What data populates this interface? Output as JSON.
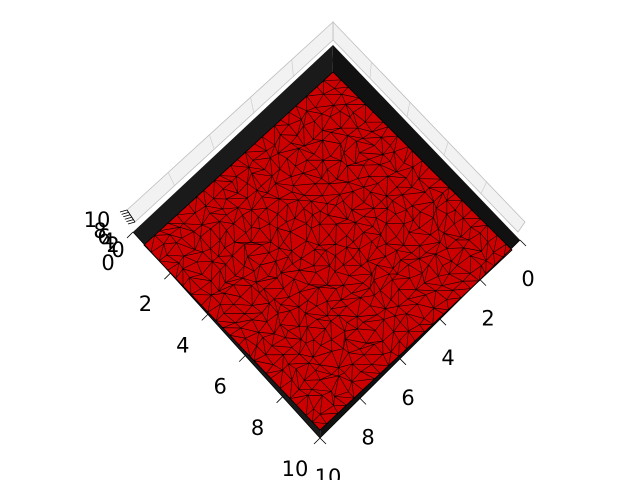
{
  "figure": {
    "type": "3d-triangulated-surface",
    "face_color": "#cc0000",
    "edge_color": "#000000",
    "pane_color": "#f2f2f2",
    "grid_color": "#c8c8c8",
    "axes": {
      "x": {
        "range": [
          0,
          10
        ],
        "ticks": [
          "0",
          "2",
          "4",
          "6",
          "8",
          "10"
        ]
      },
      "y": {
        "range": [
          0,
          10
        ],
        "ticks": [
          "0",
          "2",
          "4",
          "6",
          "8",
          "10"
        ]
      },
      "z": {
        "ticks": [
          "0",
          "2",
          "4",
          "6",
          "8",
          "10"
        ]
      }
    }
  }
}
